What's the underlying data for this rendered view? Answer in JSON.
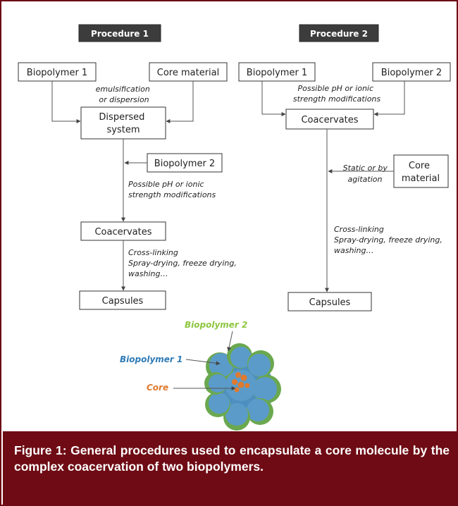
{
  "procedure1": {
    "header": "Procedure 1",
    "biopolymer1": "Biopolymer 1",
    "core_material": "Core material",
    "note_emulsification": [
      "emulsification",
      "or dispersion"
    ],
    "dispersed_system": [
      "Dispersed",
      "system"
    ],
    "biopolymer2": "Biopolymer 2",
    "note_ph": [
      "Possible pH or ionic",
      "strength modifications"
    ],
    "coacervates": "Coacervates",
    "note_crosslinking": [
      "Cross-linking",
      "Spray-drying, freeze drying,",
      "washing…"
    ],
    "capsules": "Capsules"
  },
  "procedure2": {
    "header": "Procedure 2",
    "biopolymer1": "Biopolymer 1",
    "biopolymer2": "Biopolymer 2",
    "note_ph": [
      "Possible pH or ionic",
      "strength modifications"
    ],
    "coacervates": "Coacervates",
    "note_static": [
      "Static or by",
      "agitation"
    ],
    "core_material": [
      "Core",
      "material"
    ],
    "note_crosslinking": [
      "Cross-linking",
      "Spray-drying, freeze drying,",
      "washing…"
    ],
    "capsules": "Capsules"
  },
  "capsule_illustration": {
    "label_biopolymer2": "Biopolymer 2",
    "label_biopolymer1": "Biopolymer 1",
    "label_core": "Core",
    "colors": {
      "biopolymer2": "#8dc63f",
      "biopolymer1": "#2e7bb6",
      "core": "#e07a2e",
      "blob_blue": "#5b9bc9",
      "blob_green": "#6fae3e"
    }
  },
  "caption": "Figure 1: General procedures used to encapsulate a core molecule by the complex coacervation of two biopolymers."
}
